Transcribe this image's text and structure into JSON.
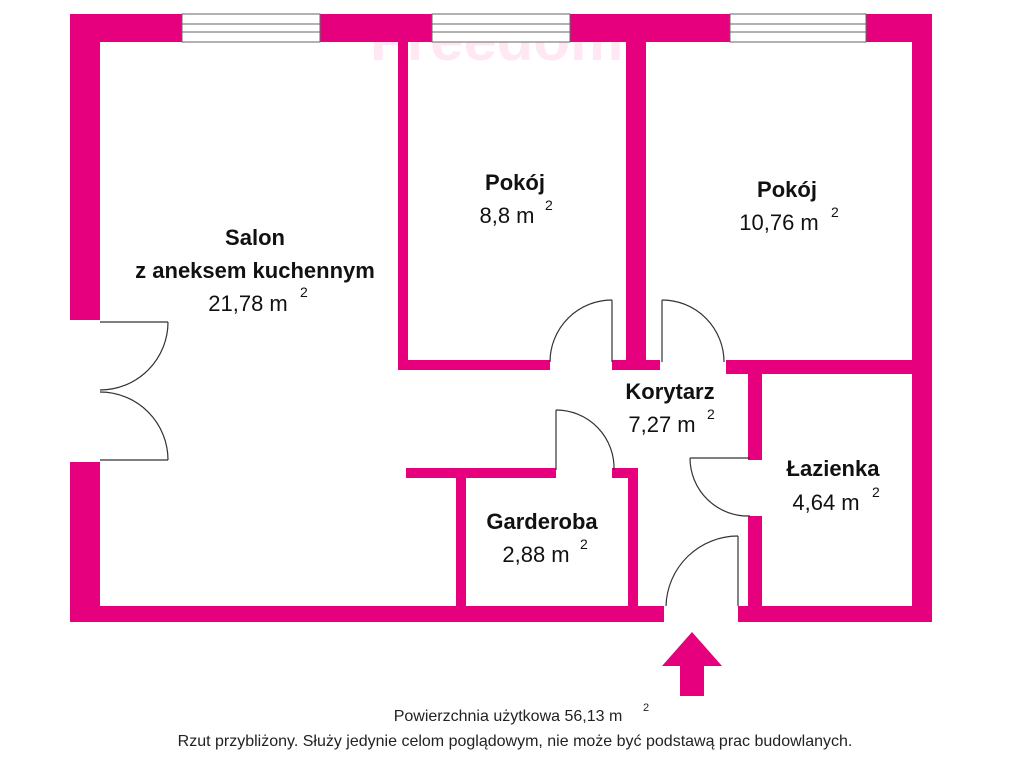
{
  "plan": {
    "wall_color": "#e6007e",
    "watermark": "Freedom"
  },
  "rooms": [
    {
      "name": "Salon",
      "name2": "z aneksem kuchennym",
      "area": "21,78 m",
      "unit_sup": "2"
    },
    {
      "name": "Pokój",
      "area": "8,8 m",
      "unit_sup": "2"
    },
    {
      "name": "Pokój",
      "area": "10,76 m",
      "unit_sup": "2"
    },
    {
      "name": "Korytarz",
      "area": "7,27 m",
      "unit_sup": "2"
    },
    {
      "name": "Łazienka",
      "area": "4,64 m",
      "unit_sup": "2"
    },
    {
      "name": "Garderoba",
      "area": "2,88 m",
      "unit_sup": "2"
    }
  ],
  "footer": {
    "total_label": "Powierzchnia użytkowa 56,13 m",
    "total_sup": "2",
    "disclaimer": "Rzut przybliżony. Służy jedynie celom poglądowym, nie może być podstawą prac budowlanych."
  },
  "entrance_icon": "up-arrow-icon"
}
